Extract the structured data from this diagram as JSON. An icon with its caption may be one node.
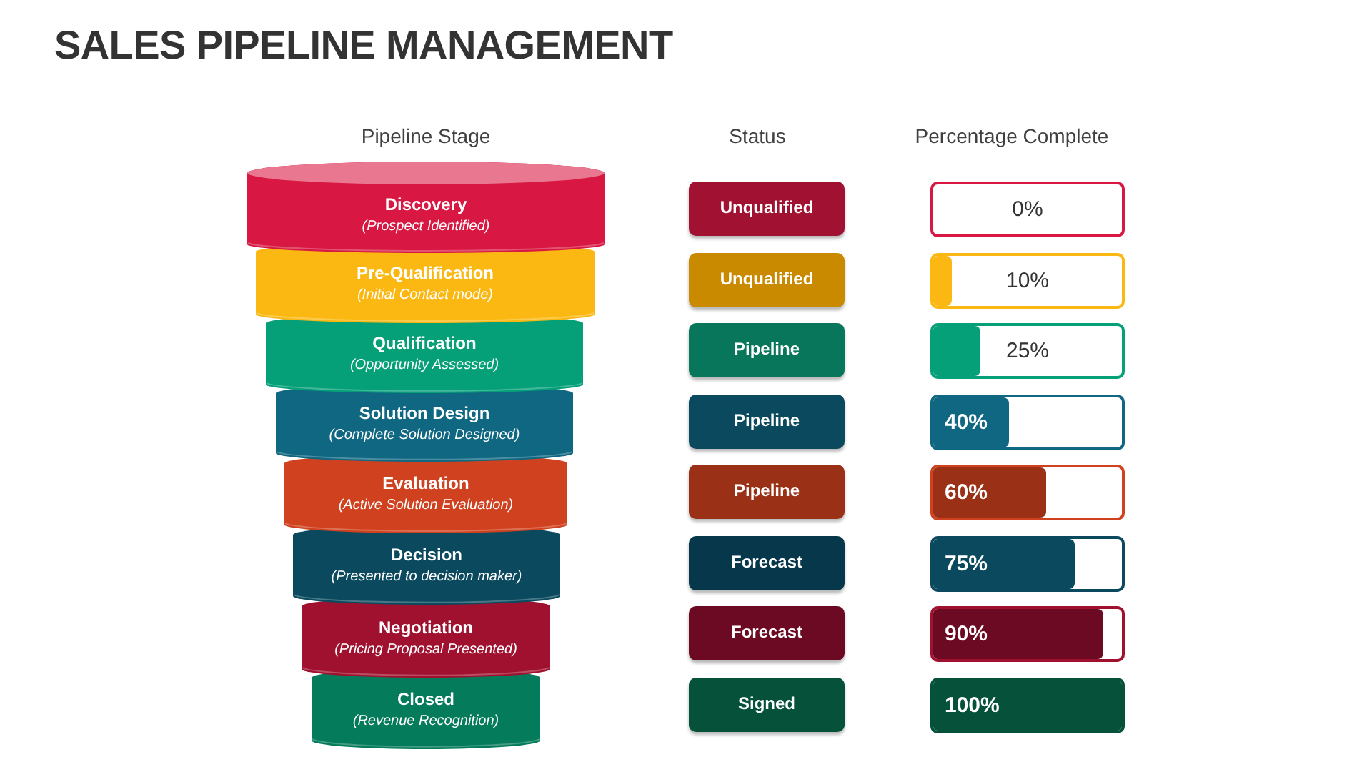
{
  "diagram": {
    "title": "SALES PIPELINE MANAGEMENT",
    "nodes": [
      {
        "text": [
          "Discovery",
          "(Prospect Identified)"
        ]
      },
      {
        "text": [
          "Pre-Qualification",
          "(Initial Contact mode)"
        ]
      },
      {
        "text": [
          "Qualification",
          "(Opportunity Assessed)"
        ]
      },
      {
        "text": [
          "Solution Design",
          "(Complete Solution Designed)"
        ]
      },
      {
        "text": [
          "Evaluation",
          "(Active Solution Evaluation)"
        ]
      },
      {
        "text": [
          "Decision",
          "(Presented to decision maker)"
        ]
      },
      {
        "text": [
          "Negotiation",
          "(Pricing Proposal Presented)"
        ]
      },
      {
        "text": [
          "Closed",
          "(Revenue Recognition)"
        ]
      },
      {
        "text": [
          "Unqualified"
        ]
      },
      {
        "text": [
          "Unqualified"
        ]
      },
      {
        "text": [
          "Pipeline"
        ]
      },
      {
        "text": [
          "Pipeline"
        ]
      },
      {
        "text": [
          "Pipeline"
        ]
      },
      {
        "text": [
          "Forecast"
        ]
      },
      {
        "text": [
          "Forecast"
        ]
      },
      {
        "text": [
          "Signed"
        ]
      },
      {
        "text": [
          "0%"
        ]
      },
      {
        "text": [
          "10%"
        ]
      },
      {
        "text": [
          "25%"
        ]
      },
      {
        "text": [
          "40%"
        ]
      },
      {
        "text": [
          "60%"
        ]
      },
      {
        "text": [
          "75%"
        ]
      },
      {
        "text": [
          "90%"
        ]
      },
      {
        "text": [
          "100%"
        ]
      }
    ],
    "labels": [
      "Pipeline Stage",
      "Status",
      "Percentage Complete"
    ]
  }
}
